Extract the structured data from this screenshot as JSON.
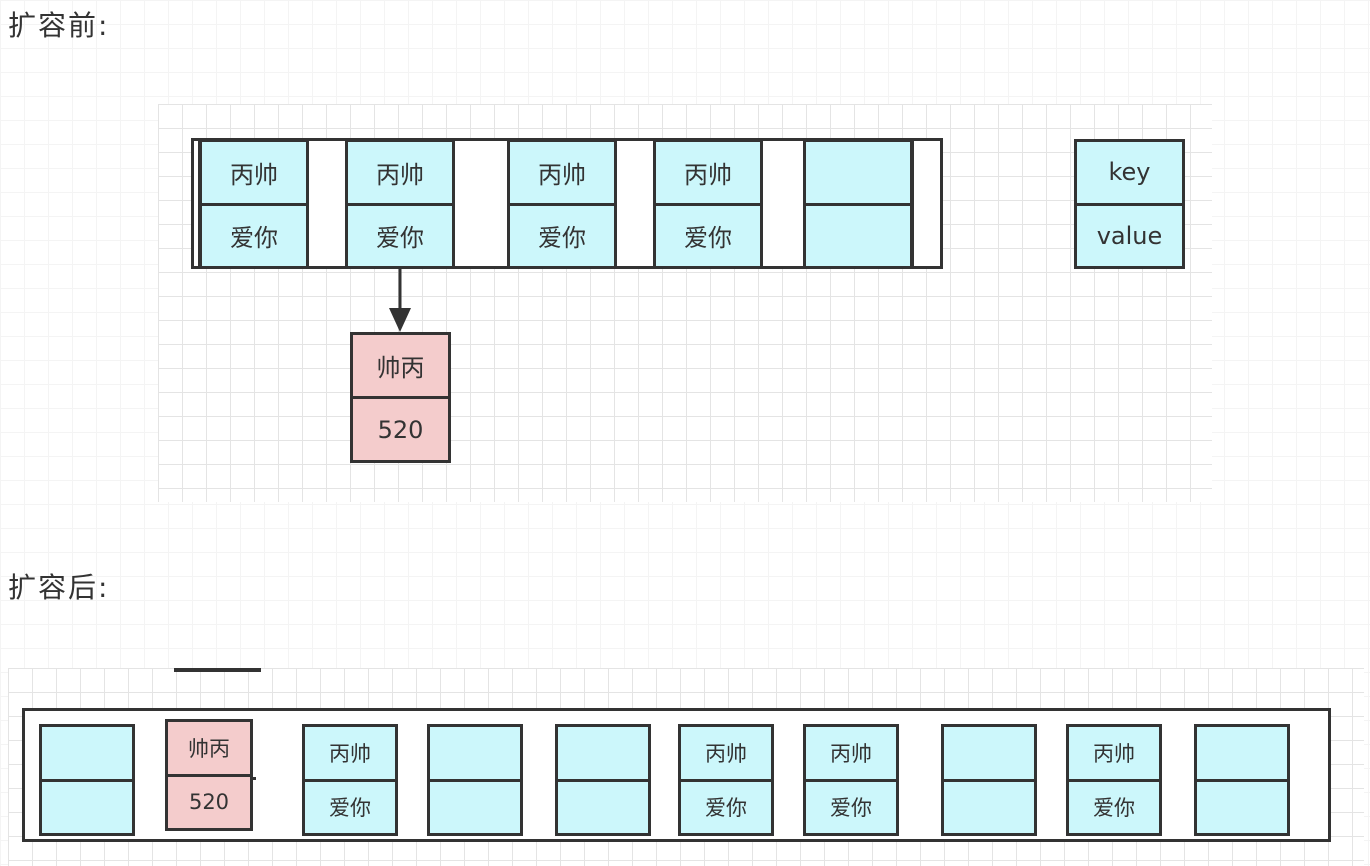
{
  "before": {
    "heading": "扩容前:",
    "buckets": [
      {
        "key": "丙帅",
        "value": "爱你"
      },
      {
        "key": "丙帅",
        "value": "爱你"
      },
      {
        "key": "丙帅",
        "value": "爱你"
      },
      {
        "key": "丙帅",
        "value": "爱你"
      },
      {
        "key": "",
        "value": ""
      }
    ],
    "chained": {
      "key": "帅丙",
      "value": "520"
    },
    "legend": {
      "key": "key",
      "value": "value"
    }
  },
  "after": {
    "heading": "扩容后:",
    "buckets": [
      {
        "key": "",
        "value": ""
      },
      {
        "key": "帅丙",
        "value": "520"
      },
      {
        "key": "丙帅",
        "value": "爱你"
      },
      {
        "key": "",
        "value": ""
      },
      {
        "key": "",
        "value": ""
      },
      {
        "key": "丙帅",
        "value": "爱你"
      },
      {
        "key": "丙帅",
        "value": "爱你"
      },
      {
        "key": "",
        "value": ""
      },
      {
        "key": "丙帅",
        "value": "爱你"
      },
      {
        "key": "",
        "value": ""
      }
    ]
  },
  "colors": {
    "entry_fill": "#ccf7fb",
    "moved_entry_fill": "#f4cccc",
    "stroke": "#333333"
  }
}
